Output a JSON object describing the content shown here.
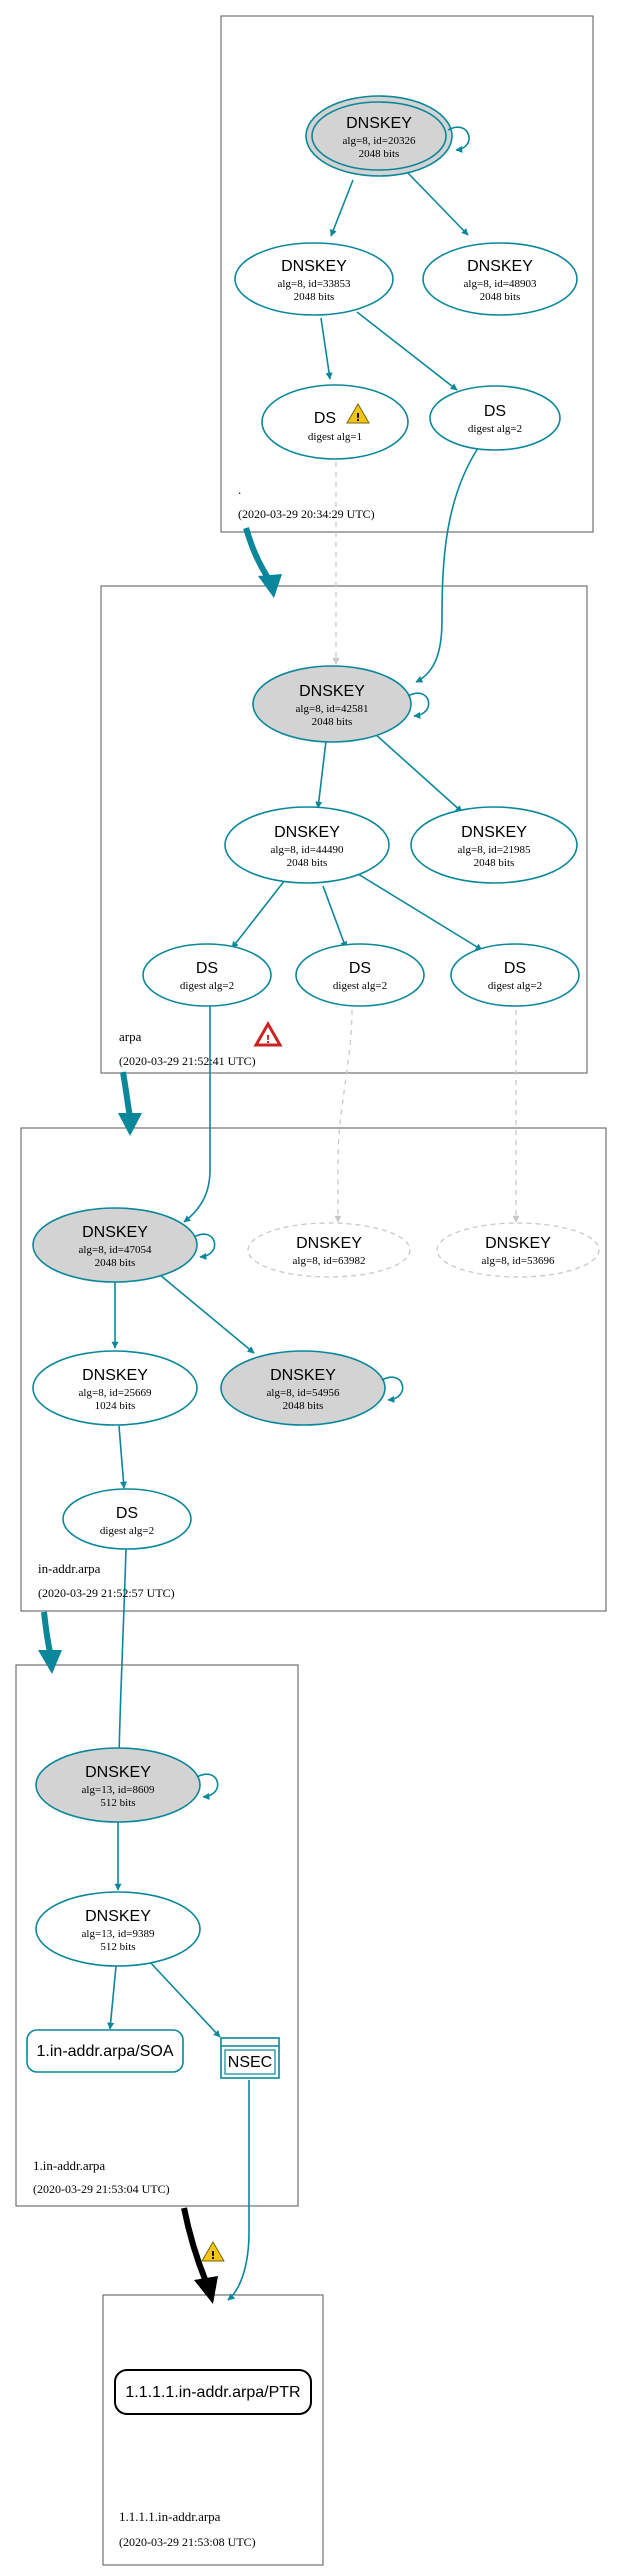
{
  "zones": {
    "root": {
      "name": ".",
      "date": "(2020-03-29 20:34:29 UTC)"
    },
    "arpa": {
      "name": "arpa",
      "date": "(2020-03-29 21:52:41 UTC)"
    },
    "in_addr": {
      "name": "in-addr.arpa",
      "date": "(2020-03-29 21:52:57 UTC)"
    },
    "one_in_addr": {
      "name": "1.in-addr.arpa",
      "date": "(2020-03-29 21:53:04 UTC)"
    },
    "ptr_zone": {
      "name": "1.1.1.1.in-addr.arpa",
      "date": "(2020-03-29 21:53:08 UTC)"
    }
  },
  "nodes": {
    "root_ksk": {
      "title": "DNSKEY",
      "detail": "alg=8, id=20326",
      "bits": "2048 bits"
    },
    "root_zsk": {
      "title": "DNSKEY",
      "detail": "alg=8, id=33853",
      "bits": "2048 bits"
    },
    "root_k48903": {
      "title": "DNSKEY",
      "detail": "alg=8, id=48903",
      "bits": "2048 bits"
    },
    "root_ds1": {
      "title": "DS",
      "detail": "digest alg=1"
    },
    "root_ds2": {
      "title": "DS",
      "detail": "digest alg=2"
    },
    "arpa_ksk": {
      "title": "DNSKEY",
      "detail": "alg=8, id=42581",
      "bits": "2048 bits"
    },
    "arpa_zsk": {
      "title": "DNSKEY",
      "detail": "alg=8, id=44490",
      "bits": "2048 bits"
    },
    "arpa_k21985": {
      "title": "DNSKEY",
      "detail": "alg=8, id=21985",
      "bits": "2048 bits"
    },
    "arpa_ds_a": {
      "title": "DS",
      "detail": "digest alg=2"
    },
    "arpa_ds_b": {
      "title": "DS",
      "detail": "digest alg=2"
    },
    "arpa_ds_c": {
      "title": "DS",
      "detail": "digest alg=2"
    },
    "ina_ksk": {
      "title": "DNSKEY",
      "detail": "alg=8, id=47054",
      "bits": "2048 bits"
    },
    "ina_ghost1": {
      "title": "DNSKEY",
      "detail": "alg=8, id=63982"
    },
    "ina_ghost2": {
      "title": "DNSKEY",
      "detail": "alg=8, id=53696"
    },
    "ina_zsk": {
      "title": "DNSKEY",
      "detail": "alg=8, id=25669",
      "bits": "1024 bits"
    },
    "ina_k54956": {
      "title": "DNSKEY",
      "detail": "alg=8, id=54956",
      "bits": "2048 bits"
    },
    "ina_ds": {
      "title": "DS",
      "detail": "digest alg=2"
    },
    "one_ksk": {
      "title": "DNSKEY",
      "detail": "alg=13, id=8609",
      "bits": "512 bits"
    },
    "one_zsk": {
      "title": "DNSKEY",
      "detail": "alg=13, id=9389",
      "bits": "512 bits"
    },
    "soa": {
      "title": "1.in-addr.arpa/SOA"
    },
    "nsec": {
      "title": "NSEC"
    },
    "ptr": {
      "title": "1.1.1.1.in-addr.arpa/PTR"
    }
  },
  "colors": {
    "secure_edge": "#0a879a",
    "insecure_edge": "#000000",
    "missing": "#c8c8c8",
    "sep_key_fill": "#d3d3d3",
    "warning": "#f5c518",
    "error": "#cc2222"
  },
  "icons": {
    "warning": "warning-triangle-icon",
    "error": "error-triangle-icon"
  }
}
